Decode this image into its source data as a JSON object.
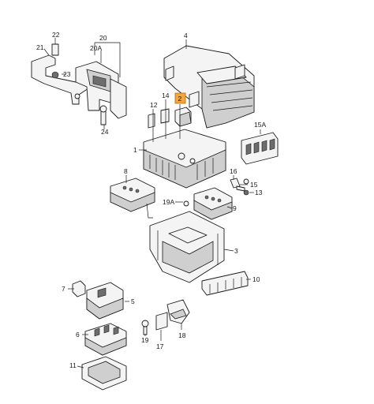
{
  "diagram": {
    "highlight_color": "#f3a640",
    "callouts": [
      {
        "id": "c22",
        "text": "22"
      },
      {
        "id": "c20",
        "text": "20"
      },
      {
        "id": "c21",
        "text": "21"
      },
      {
        "id": "c20A",
        "text": "20A"
      },
      {
        "id": "c23",
        "text": "23"
      },
      {
        "id": "c24",
        "text": "24"
      },
      {
        "id": "c4",
        "text": "4"
      },
      {
        "id": "c12",
        "text": "12"
      },
      {
        "id": "c14",
        "text": "14"
      },
      {
        "id": "c2",
        "text": "2",
        "highlighted": true
      },
      {
        "id": "c15A",
        "text": "15A"
      },
      {
        "id": "c1",
        "text": "1"
      },
      {
        "id": "c16",
        "text": "16"
      },
      {
        "id": "c15",
        "text": "15"
      },
      {
        "id": "c13",
        "text": "13"
      },
      {
        "id": "c8",
        "text": "8"
      },
      {
        "id": "c19A",
        "text": "19A"
      },
      {
        "id": "c9",
        "text": "9"
      },
      {
        "id": "c3",
        "text": "3"
      },
      {
        "id": "c10",
        "text": "10"
      },
      {
        "id": "c7",
        "text": "7"
      },
      {
        "id": "c5",
        "text": "5"
      },
      {
        "id": "c6",
        "text": "6"
      },
      {
        "id": "c19",
        "text": "19"
      },
      {
        "id": "c17",
        "text": "17"
      },
      {
        "id": "c18",
        "text": "18"
      },
      {
        "id": "c11",
        "text": "11"
      }
    ]
  }
}
